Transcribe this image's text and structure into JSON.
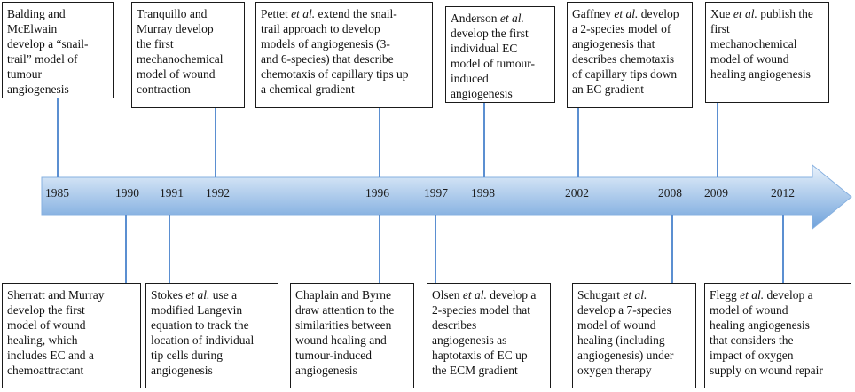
{
  "colors": {
    "arrow_light": "#e9f2fb",
    "arrow_dark": "#6fa2db",
    "arrow_stroke": "#86b0e0",
    "connector": "#5b8fd1",
    "box_border": "#1a1a1a",
    "text": "#111111"
  },
  "years": [
    "1985",
    "1990",
    "1991",
    "1992",
    "1996",
    "1997",
    "1998",
    "2002",
    "2008",
    "2009",
    "2012"
  ],
  "top_events": [
    {
      "year": "1985",
      "pre": "",
      "it": "",
      "post": "Balding and\nMcElwain\ndevelop a “snail-\ntrail” model of\ntumour\nangiogenesis"
    },
    {
      "year": "1992",
      "pre": "",
      "it": "",
      "post": "Tranquillo and\nMurray develop\nthe first\nmechanochemical\nmodel of wound\ncontraction"
    },
    {
      "year": "1996",
      "pre": "Pettet ",
      "it": "et al.",
      "post": " extend the snail-\ntrail approach to develop\nmodels of angiogenesis (3-\nand 6-species) that describe\nchemotaxis of capillary tips up\na chemical gradient"
    },
    {
      "year": "1998",
      "pre": "Anderson ",
      "it": "et al.",
      "post": "\ndevelop the first\nindividual EC\nmodel of tumour-\ninduced\nangiogenesis"
    },
    {
      "year": "2002",
      "pre": "Gaffney ",
      "it": "et al.",
      "post": " develop\na 2-species model of\nangiogenesis that\ndescribes chemotaxis\nof capillary tips down\nan EC gradient"
    },
    {
      "year": "2009",
      "pre": "Xue ",
      "it": "et al.",
      "post": " publish the\nfirst\nmechanochemical\nmodel of wound\nhealing angiogenesis"
    }
  ],
  "bottom_events": [
    {
      "year": "1990",
      "pre": "",
      "it": "",
      "post": "Sherratt and Murray\ndevelop the first\nmodel of wound\nhealing, which\nincludes EC and a\nchemoattractant"
    },
    {
      "year": "1991",
      "pre": "Stokes ",
      "it": "et al.",
      "post": " use a\nmodified Langevin\nequation to track the\nlocation of individual\ntip cells during\nangiogenesis"
    },
    {
      "year": "1996",
      "pre": "",
      "it": "",
      "post": "Chaplain and Byrne\ndraw attention to the\nsimilarities between\nwound healing and\ntumour-induced\nangiogenesis"
    },
    {
      "year": "1997",
      "pre": "Olsen ",
      "it": "et al.",
      "post": " develop a\n2-species model that\ndescribes\nangiogenesis as\nhaptotaxis of EC up\nthe ECM gradient"
    },
    {
      "year": "2008",
      "pre": "Schugart ",
      "it": "et al.",
      "post": "\ndevelop a 7-species\nmodel of wound\nhealing (including\nangiogenesis) under\noxygen therapy"
    },
    {
      "year": "2012",
      "pre": "Flegg ",
      "it": "et al.",
      "post": " develop a\nmodel of wound\nhealing angiogenesis\nthat considers the\nimpact of oxygen\nsupply on wound repair"
    }
  ]
}
